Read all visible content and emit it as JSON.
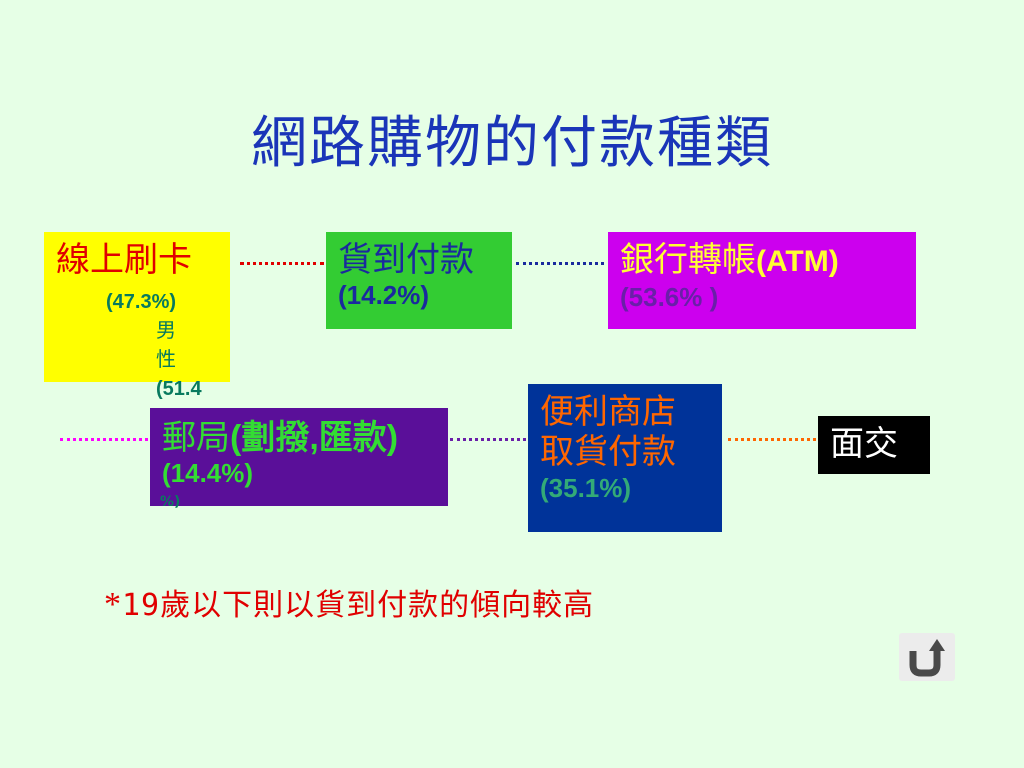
{
  "title": "網路購物的付款種類",
  "boxes": {
    "card": {
      "label": "線上刷卡",
      "pct": "(47.3%)",
      "male_label": "男性",
      "female_pct": "(51.4",
      "female_tail": "%)女"
    },
    "cod": {
      "label": "貨到付款",
      "pct": "(14.2%)"
    },
    "atm": {
      "label": "銀行轉帳",
      "label_latin": "(ATM)",
      "pct": "(53.6% )"
    },
    "post": {
      "label": "郵局",
      "label_latin": "(劃撥,匯款)",
      "pct": "(14.4%)",
      "overflow": "%)"
    },
    "store": {
      "line1": "便利商店",
      "line2": "取貨付款",
      "pct": "(35.1%)"
    },
    "face": {
      "label": "面交"
    }
  },
  "note": {
    "star": "*",
    "text": "19歲以下則以貨到付款的傾向較高"
  },
  "colors": {
    "background": "#e6ffe6",
    "title": "#1a35b8",
    "card_bg": "#ffff00",
    "cod_bg": "#33cc33",
    "atm_bg": "#cc00ee",
    "post_bg": "#5a0f99",
    "store_bg": "#003399",
    "face_bg": "#000000",
    "note": "#e00000"
  },
  "icons": {
    "return": "return-arrow-icon"
  }
}
